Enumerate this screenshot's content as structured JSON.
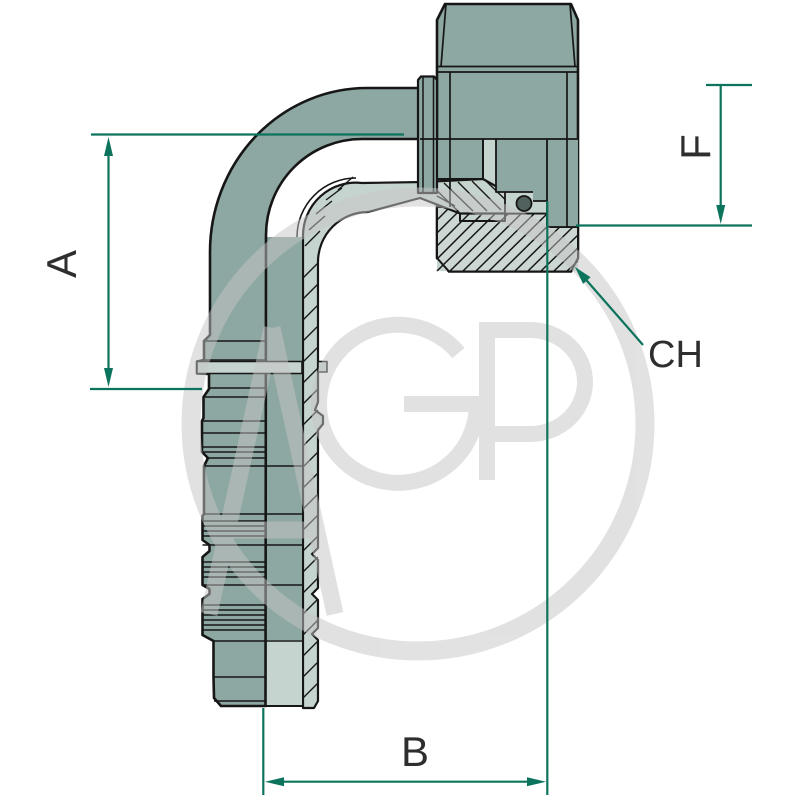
{
  "diagram": {
    "type": "technical-drawing",
    "subject": "90 degree elbow hose fitting with female swivel nut, half-section view",
    "labels": {
      "a": "A",
      "b": "B",
      "f": "F",
      "ch": "CH"
    },
    "watermark": {
      "text": "AGP"
    },
    "colors": {
      "dimension_line": "#0c735c",
      "label_text": "#2e2e2e",
      "body": "#8da7a2",
      "section_light": "#c6d4d0",
      "outline": "#161616",
      "watermark": "#c5c5c5",
      "oring": "#51625e",
      "background": "#ffffff"
    }
  }
}
